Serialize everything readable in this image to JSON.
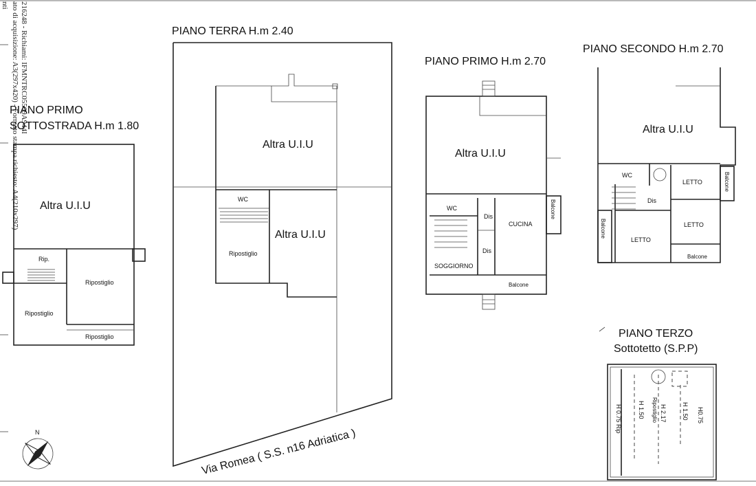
{
  "header_strip": {
    "line1": "nti",
    "line2": "216248 - Richiami: IFMNTRC05509A944I",
    "line3": "ato di acquisizione: A3(297x420) - Formato stampa richiesto: A4(210x297)"
  },
  "floors": {
    "sottostrada": {
      "title_1": "PIANO PRIMO",
      "title_2": "SOTTOSTRADA H.m  1.80",
      "rooms": [
        "Altra U.I.U",
        "Rip.",
        "Ripostiglio",
        "Ripostiglio",
        "Ripostiglio"
      ]
    },
    "terra": {
      "title": "PIANO TERRA H.m 2.40",
      "rooms": [
        "Altra U.I.U",
        "WC",
        "Ripostiglio",
        "Altra U.I.U"
      ]
    },
    "primo": {
      "title": "PIANO PRIMO H.m 2.70",
      "rooms": [
        "Altra U.I.U",
        "WC",
        "Dis",
        "CUCINA",
        "Dis",
        "SOGGIORNO",
        "Balcone",
        "Balcone"
      ]
    },
    "secondo": {
      "title": "PIANO SECONDO  H.m 2.70",
      "rooms": [
        "Altra U.I.U",
        "WC",
        "Dis",
        "LETTO",
        "LETTO",
        "LETTO",
        "Balcone",
        "Balcone",
        "Balcone"
      ]
    },
    "terzo": {
      "title_1": "PIANO TERZO",
      "title_2": "Sottotetto (S.P.P)",
      "labels": [
        "H 0.75 Rip",
        "H 1.50",
        "H 2.17",
        "Ripostiglio",
        "H 1.50",
        "H0.75"
      ]
    }
  },
  "street": "Via Romea ( S.S. n16 Adriatica )",
  "compass": {
    "label": "N"
  }
}
